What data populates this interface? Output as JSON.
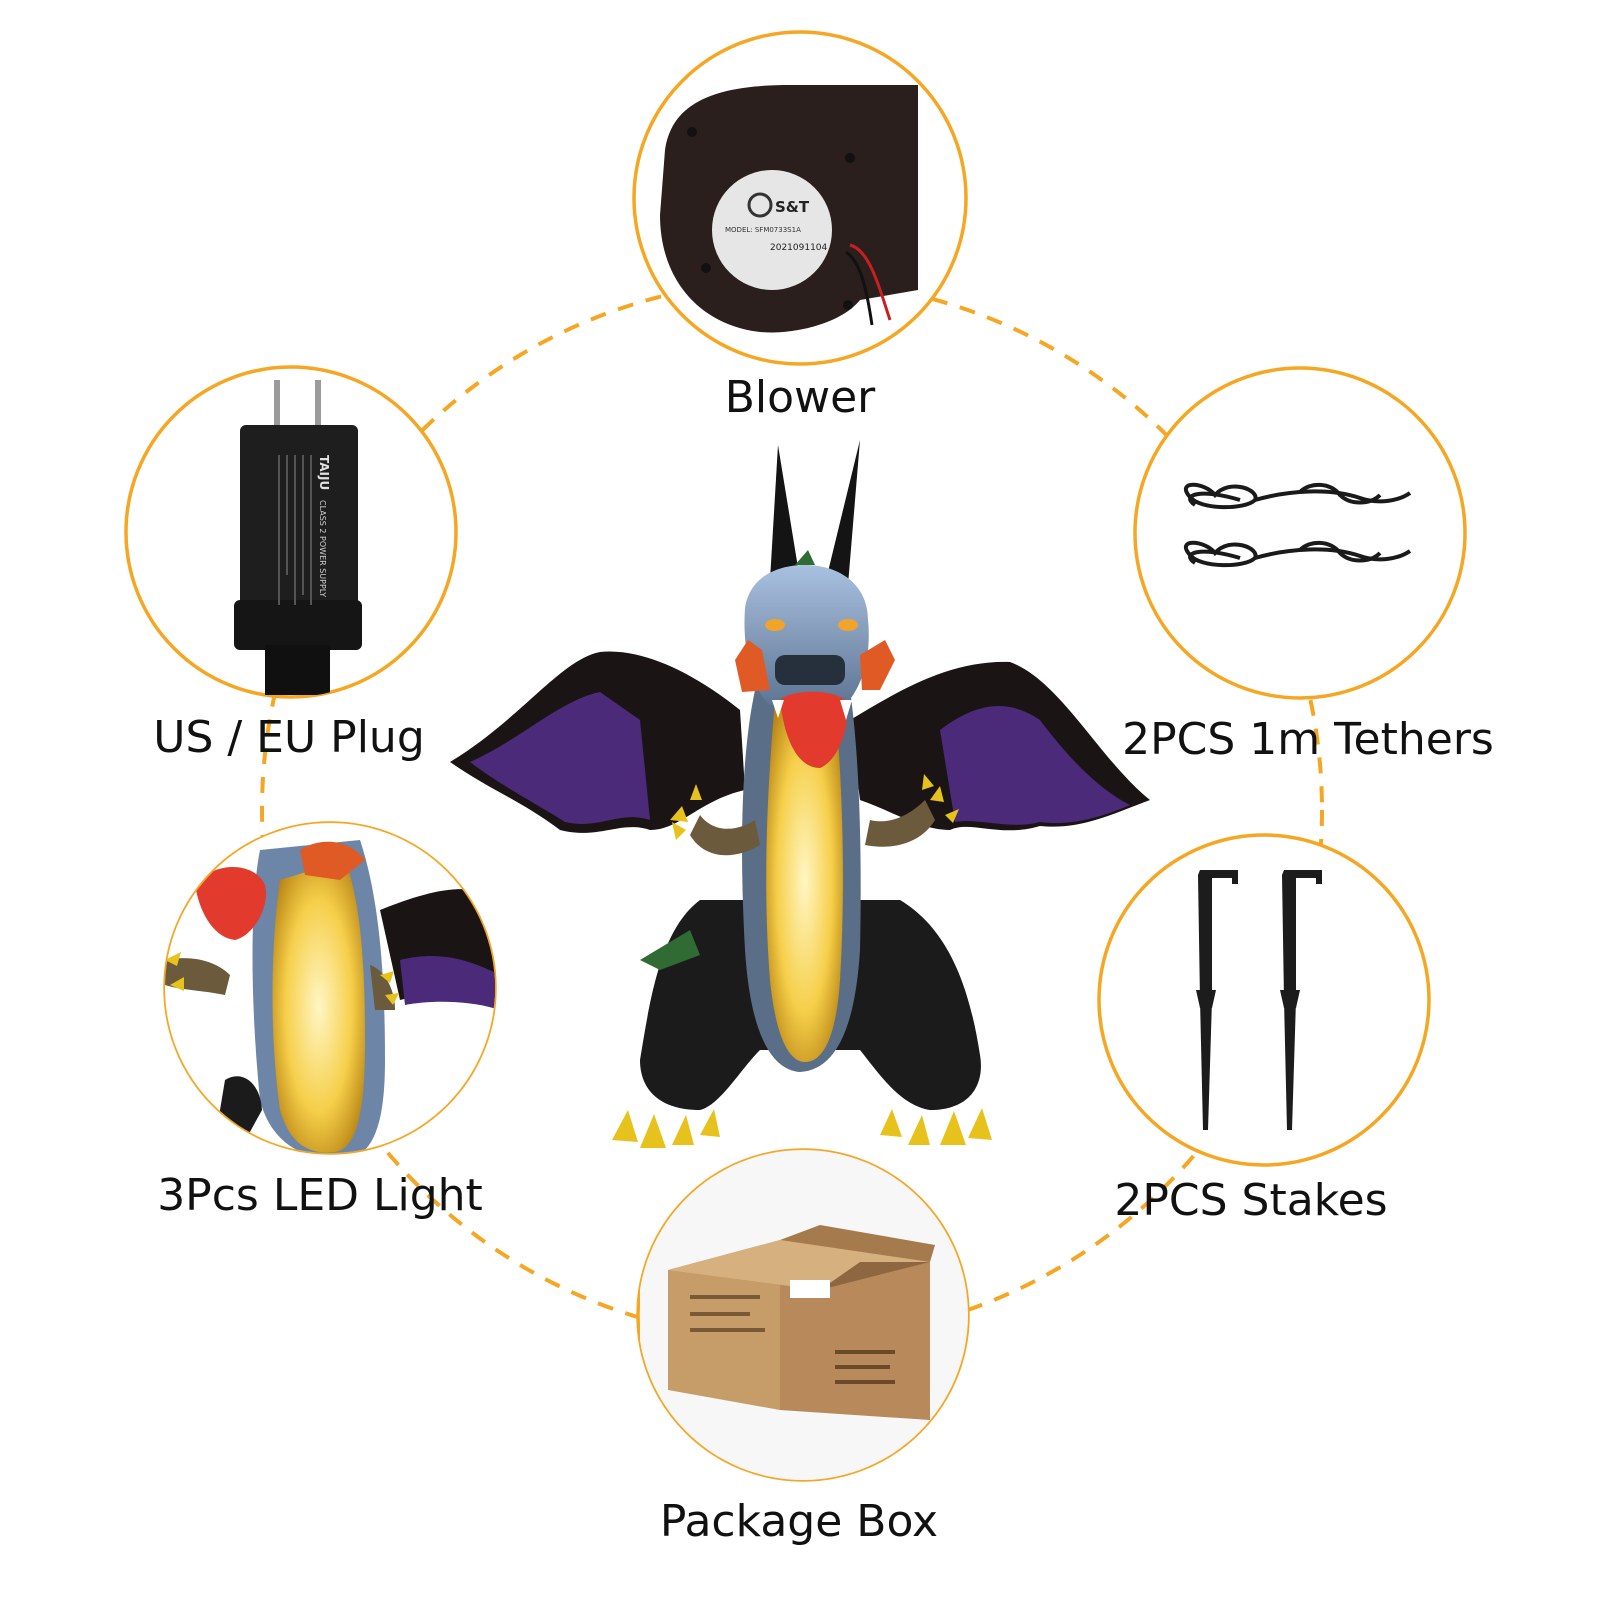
{
  "components": {
    "blower": {
      "label": "Blower",
      "brand": "S&T",
      "model": "MODEL: SFM0733S1A",
      "date": "2021091104"
    },
    "plug": {
      "label": "US / EU Plug",
      "brand": "TAIJU",
      "title": "CLASS 2 POWER SUPPLY"
    },
    "tethers": {
      "label": "2PCS 1m Tethers"
    },
    "led_light": {
      "label": "3Pcs LED Light"
    },
    "stakes": {
      "label": "2PCS Stakes"
    },
    "package_box": {
      "label": "Package Box"
    }
  },
  "colors": {
    "accent_orange": "#F5A623",
    "wing_black": "#1a1414",
    "wing_purple": "#4b2a7a",
    "dragon_head_blue": "#8fa8c8",
    "belly_yellow": "#f2c23c",
    "mouth_red": "#e23a2c",
    "claw_yellow": "#e8c21c",
    "box_kraft": "#c69c68"
  }
}
